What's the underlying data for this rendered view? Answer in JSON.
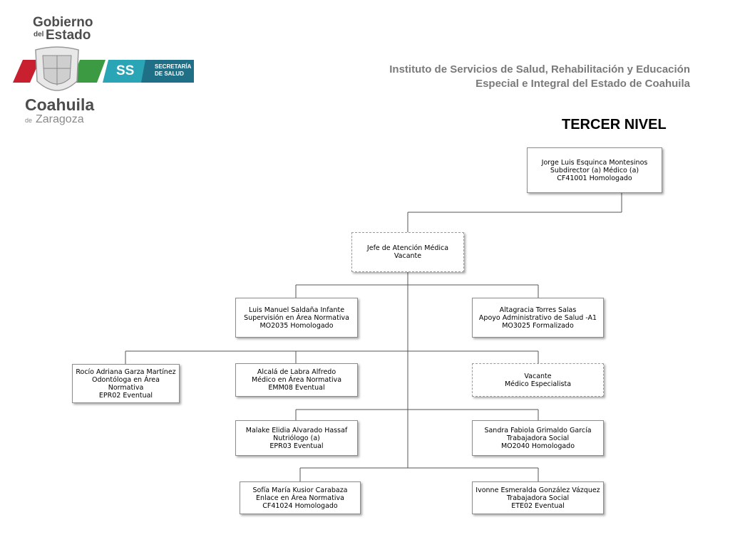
{
  "header": {
    "logo": {
      "line1": "Gobierno",
      "line2_small": "del",
      "line2": "Estado",
      "ss_badge": "SS",
      "secretaria_line1": "SECRETARÍA",
      "secretaria_line2": "DE SALUD",
      "state": "Coahuila",
      "state_small": "de",
      "state_sub": "Zaragoza"
    },
    "institute_line1": "Instituto de Servicios de Salud, Rehabilitación y Educación",
    "institute_line2": "Especial e Integral del Estado de Coahuila",
    "level_title": "TERCER NIVEL"
  },
  "colors": {
    "teal": "#2aa5b5",
    "red": "#c8202f",
    "green": "#3c9a43",
    "dark_teal": "#1f6f86"
  },
  "org": {
    "root": {
      "name": "Jorge Luis Esquinca Montesinos",
      "role": "Subdirector (a) Médico (a)",
      "code": "CF41001 Homologado"
    },
    "jefe": {
      "name": "Jefe de Atención Médica",
      "role": "Vacante"
    },
    "luis": {
      "name": "Luis Manuel Saldaña Infante",
      "role": "Supervisión en Área Normativa",
      "code": "MO2035 Homologado"
    },
    "altagracia": {
      "name": "Altagracia Torres Salas",
      "role": "Apoyo Administrativo de Salud  -A1",
      "code": "MO3025 Formalizado"
    },
    "rocio": {
      "name": "Rocío Adriana Garza Martínez",
      "role": "Odontóloga en Área Normativa",
      "code": "EPR02 Eventual"
    },
    "alcala": {
      "name": "Alcalá de Labra Alfredo",
      "role": "Médico en Área Normativa",
      "code": "EMM08 Eventual"
    },
    "vacante": {
      "name": "Vacante",
      "role": "Médico Especialista"
    },
    "malake": {
      "name": "Malake Elidia Alvarado Hassaf",
      "role": "Nutriólogo (a)",
      "code": "EPR03 Eventual"
    },
    "sandra": {
      "name": "Sandra Fabiola Grimaldo García",
      "role": "Trabajadora Social",
      "code": "MO2040 Homologado"
    },
    "sofia": {
      "name": "Sofía María Kusior Carabaza",
      "role": "Enlace en Área Normativa",
      "code": "CF41024 Homologado"
    },
    "ivonne": {
      "name": "Ivonne Esmeralda González Vázquez",
      "role": "Trabajadora Social",
      "code": "ETE02 Eventual"
    }
  }
}
